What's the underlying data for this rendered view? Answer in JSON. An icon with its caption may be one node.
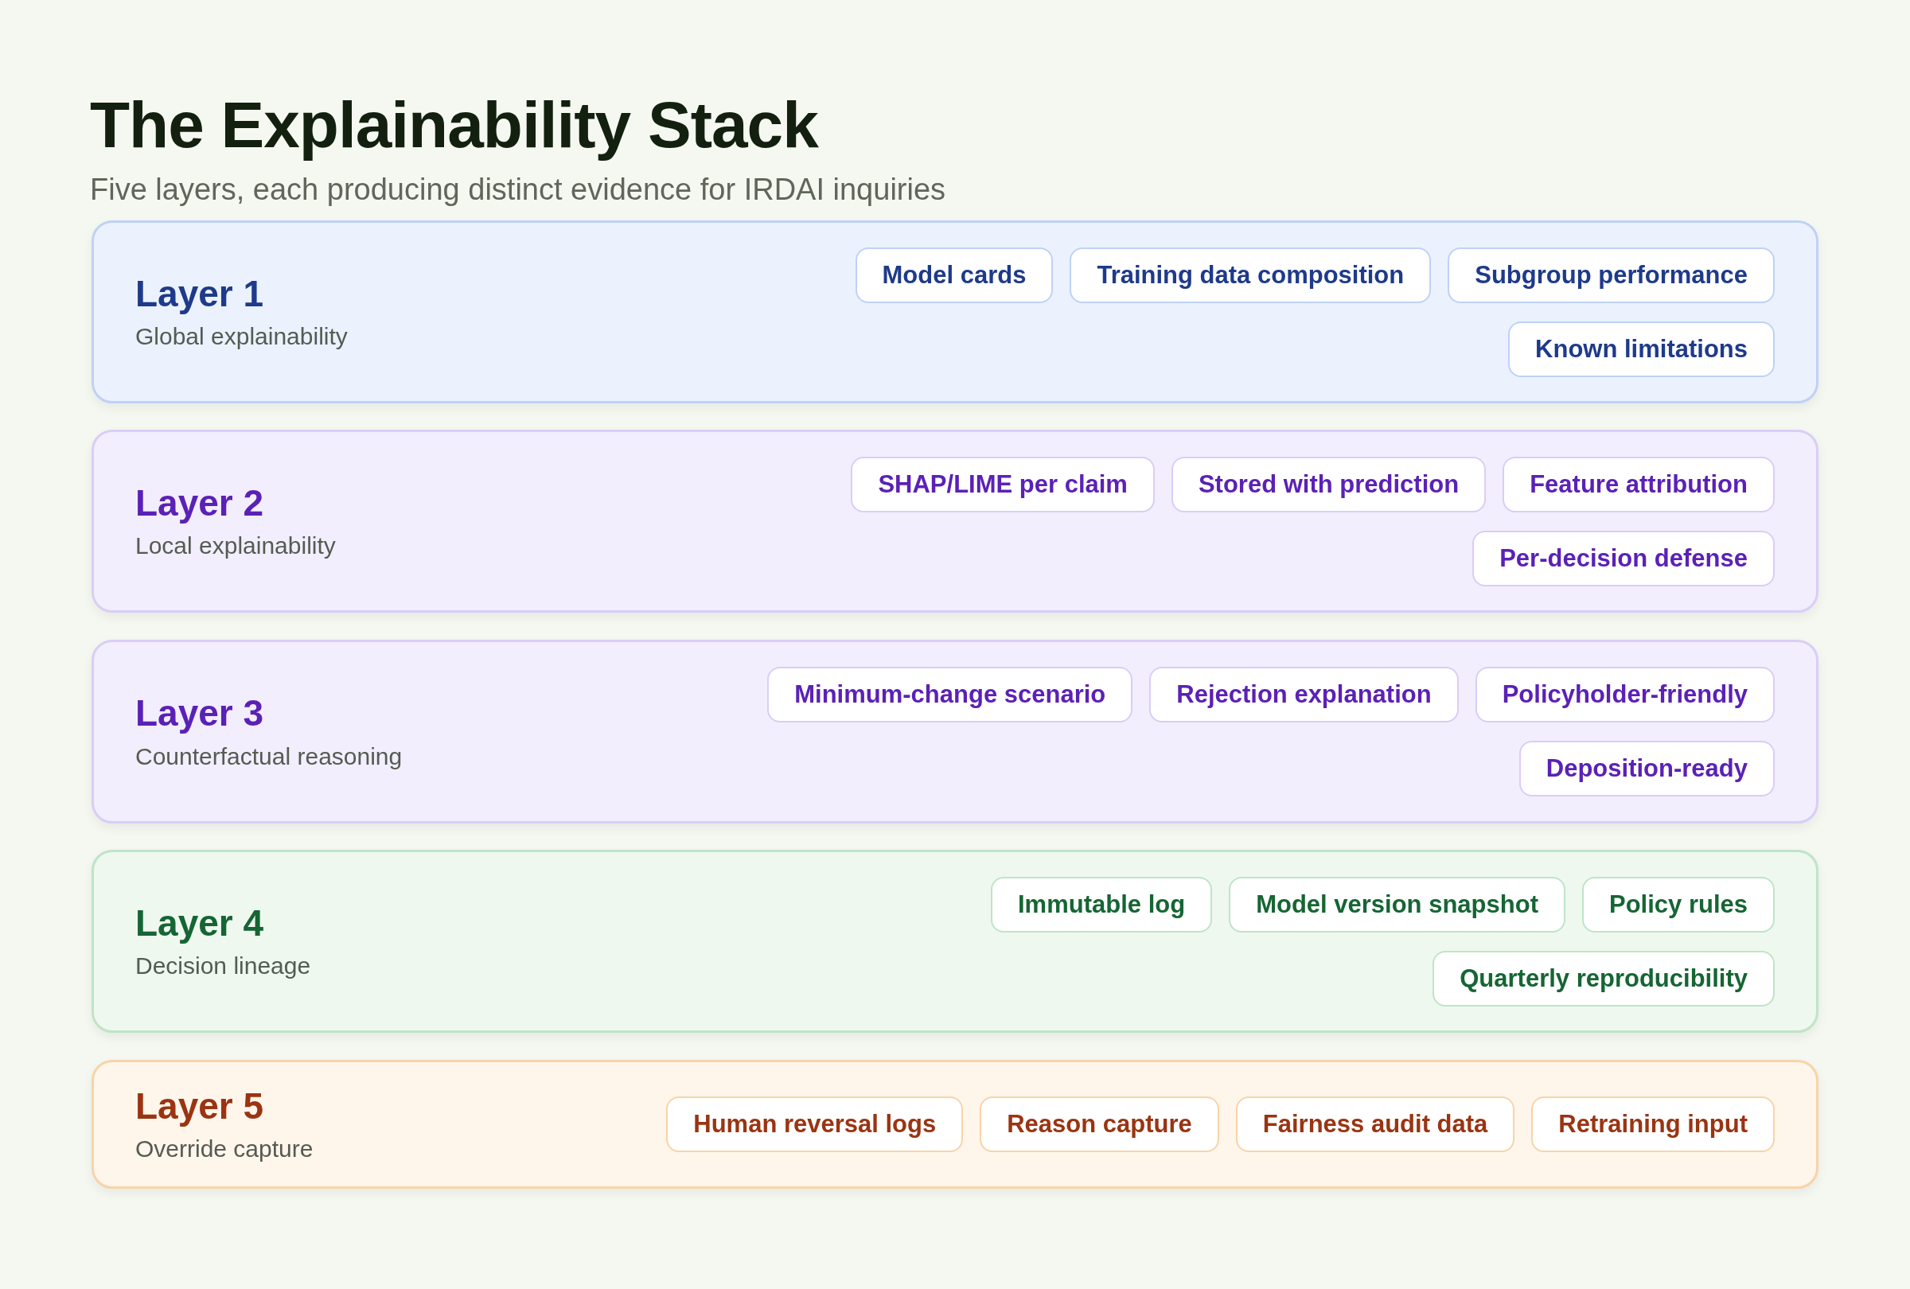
{
  "diagram": {
    "title": "The Explainability Stack",
    "nodes": [
      {
        "text": [
          "Layer 1",
          "Global explainability"
        ]
      },
      {
        "text": [
          "Model cards"
        ],
        "in": 0
      },
      {
        "text": [
          "Training data composition"
        ],
        "in": 0
      },
      {
        "text": [
          "Subgroup performance"
        ],
        "in": 0
      },
      {
        "text": [
          "Known limitations"
        ],
        "in": 0
      },
      {
        "text": [
          "Layer 2",
          "Local explainability"
        ]
      },
      {
        "text": [
          "SHAP/LIME per claim"
        ],
        "in": 5
      },
      {
        "text": [
          "Stored with prediction"
        ],
        "in": 5
      },
      {
        "text": [
          "Feature attribution"
        ],
        "in": 5
      },
      {
        "text": [
          "Per-decision defense"
        ],
        "in": 5
      },
      {
        "text": [
          "Layer 3",
          "Counterfactual reasoning"
        ]
      },
      {
        "text": [
          "Minimum-change scenario"
        ],
        "in": 10
      },
      {
        "text": [
          "Rejection explanation"
        ],
        "in": 10
      },
      {
        "text": [
          "Policyholder-friendly"
        ],
        "in": 10
      },
      {
        "text": [
          "Deposition-ready"
        ],
        "in": 10
      },
      {
        "text": [
          "Layer 4",
          "Decision lineage"
        ]
      },
      {
        "text": [
          "Immutable log"
        ],
        "in": 15
      },
      {
        "text": [
          "Model version snapshot"
        ],
        "in": 15
      },
      {
        "text": [
          "Policy rules"
        ],
        "in": 15
      },
      {
        "text": [
          "Quarterly reproducibility"
        ],
        "in": 15
      },
      {
        "text": [
          "Layer 5",
          "Override capture"
        ]
      },
      {
        "text": [
          "Human reversal logs"
        ],
        "in": 20
      },
      {
        "text": [
          "Reason capture"
        ],
        "in": 20
      },
      {
        "text": [
          "Fairness audit data"
        ],
        "in": 20
      },
      {
        "text": [
          "Retraining input"
        ],
        "in": 20
      }
    ],
    "labels": [
      "Five layers, each producing distinct evidence for IRDAI inquiries"
    ]
  }
}
